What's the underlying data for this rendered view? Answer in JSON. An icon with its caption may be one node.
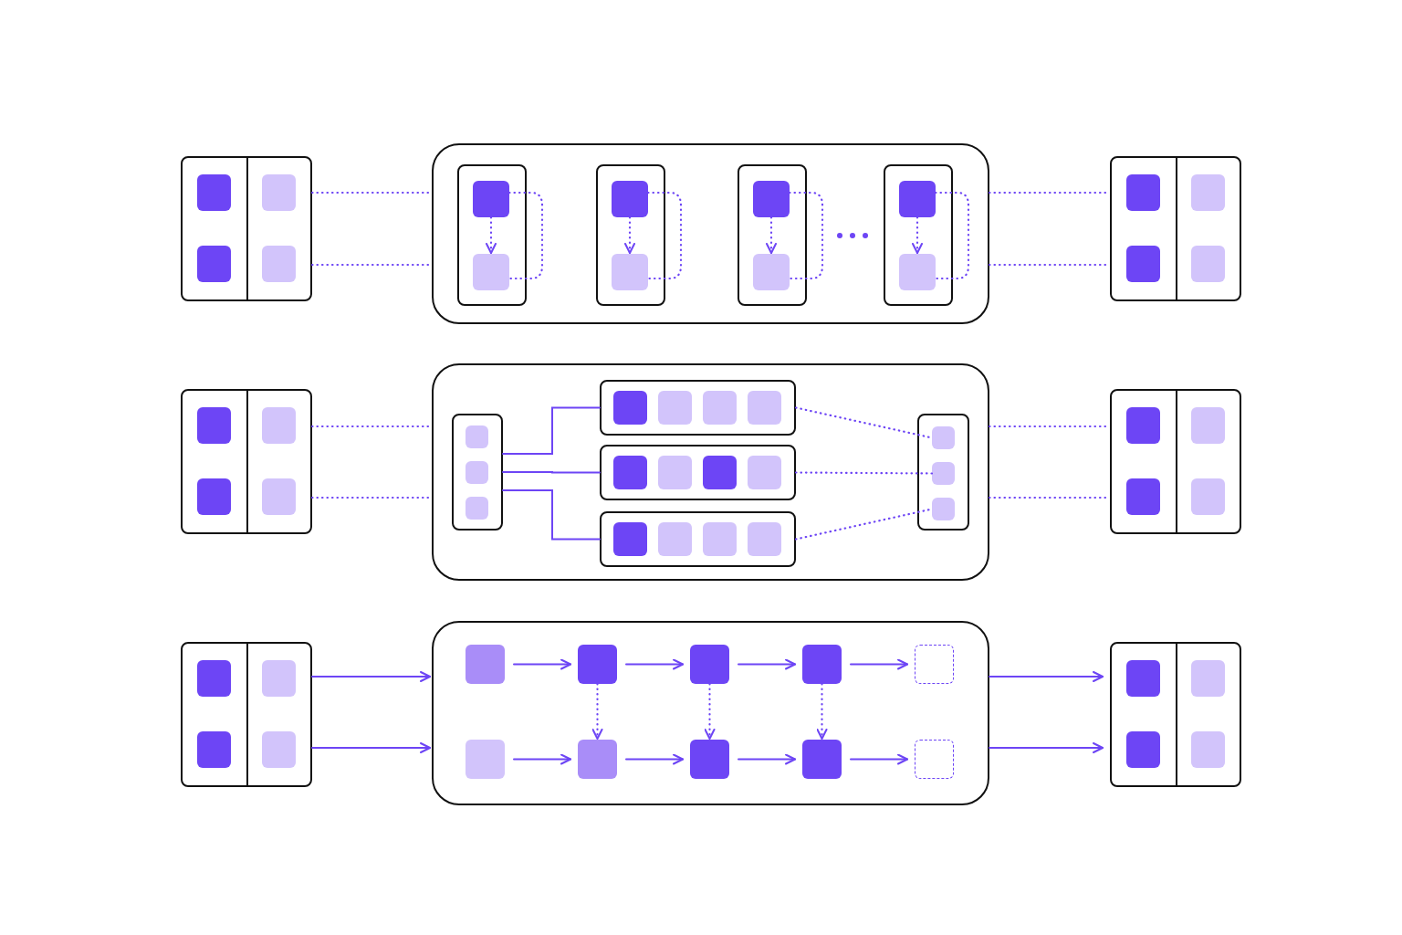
{
  "diagram": {
    "nodes": [
      {
        "text": [],
        "shape": "box"
      },
      {
        "text": [],
        "shape": "box",
        "in": 0
      },
      {
        "text": [],
        "shape": "box",
        "in": 0
      },
      {
        "text": [],
        "shape": "box",
        "in": 0
      },
      {
        "text": [],
        "shape": "box",
        "in": 0
      },
      {
        "text": [],
        "shape": "box"
      },
      {
        "text": [],
        "shape": "box",
        "in": 5
      },
      {
        "text": [],
        "shape": "box",
        "in": 6
      },
      {
        "text": [],
        "shape": "box",
        "in": 6
      },
      {
        "text": [],
        "shape": "box",
        "in": 5
      },
      {
        "text": [],
        "shape": "box",
        "in": 9
      },
      {
        "text": [],
        "shape": "box",
        "in": 9
      },
      {
        "text": [],
        "shape": "box",
        "in": 5
      },
      {
        "text": [],
        "shape": "box",
        "in": 12
      },
      {
        "text": [],
        "shape": "box",
        "in": 12
      },
      {
        "text": [],
        "shape": "box",
        "in": 5
      },
      {
        "text": [],
        "shape": "box",
        "in": 15
      },
      {
        "text": [],
        "shape": "box",
        "in": 15
      },
      {
        "text": [],
        "shape": "box"
      },
      {
        "text": [],
        "shape": "box",
        "in": 18
      },
      {
        "text": [],
        "shape": "box",
        "in": 18
      },
      {
        "text": [],
        "shape": "box",
        "in": 18
      },
      {
        "text": [],
        "shape": "box",
        "in": 18
      },
      {
        "text": [],
        "shape": "box"
      },
      {
        "text": [],
        "shape": "box",
        "in": 23
      },
      {
        "text": [],
        "shape": "box",
        "in": 23
      },
      {
        "text": [],
        "shape": "box",
        "in": 23
      },
      {
        "text": [],
        "shape": "box",
        "in": 23
      },
      {
        "text": [],
        "shape": "box"
      },
      {
        "text": [],
        "shape": "box",
        "in": 28
      },
      {
        "text": [],
        "shape": "box",
        "in": 29
      },
      {
        "text": [],
        "shape": "box",
        "in": 29
      },
      {
        "text": [],
        "shape": "box",
        "in": 29
      },
      {
        "text": [],
        "shape": "box",
        "in": 28
      },
      {
        "text": [],
        "shape": "box",
        "in": 33
      },
      {
        "text": [],
        "shape": "box",
        "in": 33
      },
      {
        "text": [],
        "shape": "box",
        "in": 33
      },
      {
        "text": [],
        "shape": "box",
        "in": 33
      },
      {
        "text": [],
        "shape": "box",
        "in": 28
      },
      {
        "text": [],
        "shape": "box",
        "in": 38
      },
      {
        "text": [],
        "shape": "box",
        "in": 38
      },
      {
        "text": [],
        "shape": "box",
        "in": 38
      },
      {
        "text": [],
        "shape": "box",
        "in": 38
      },
      {
        "text": [],
        "shape": "box",
        "in": 28
      },
      {
        "text": [],
        "shape": "box",
        "in": 43
      },
      {
        "text": [],
        "shape": "box",
        "in": 43
      },
      {
        "text": [],
        "shape": "box",
        "in": 43
      },
      {
        "text": [],
        "shape": "box",
        "in": 43
      },
      {
        "text": [],
        "shape": "box",
        "in": 28
      },
      {
        "text": [],
        "shape": "box",
        "in": 48
      },
      {
        "text": [],
        "shape": "box",
        "in": 48
      },
      {
        "text": [],
        "shape": "box",
        "in": 48
      },
      {
        "text": [],
        "shape": "box"
      },
      {
        "text": [],
        "shape": "box",
        "in": 52
      },
      {
        "text": [],
        "shape": "box",
        "in": 52
      },
      {
        "text": [],
        "shape": "box",
        "in": 52
      },
      {
        "text": [],
        "shape": "box",
        "in": 52
      },
      {
        "text": [],
        "shape": "box"
      },
      {
        "text": [],
        "shape": "box",
        "in": 57
      },
      {
        "text": [],
        "shape": "box",
        "in": 57
      },
      {
        "text": [],
        "shape": "box",
        "in": 57
      },
      {
        "text": [],
        "shape": "box",
        "in": 57
      },
      {
        "text": [],
        "shape": "box"
      },
      {
        "text": [],
        "shape": "box",
        "in": 62
      },
      {
        "text": [],
        "shape": "box",
        "in": 62
      },
      {
        "text": [],
        "shape": "box",
        "in": 62
      },
      {
        "text": [],
        "shape": "box",
        "in": 62
      },
      {
        "text": [],
        "shape": "box",
        "in": 62
      },
      {
        "text": [],
        "shape": "box",
        "in": 62
      },
      {
        "text": [],
        "shape": "box",
        "in": 62
      },
      {
        "text": [],
        "shape": "box",
        "in": 62
      },
      {
        "text": [],
        "shape": "box",
        "in": 62
      },
      {
        "text": [],
        "shape": "box",
        "in": 62
      },
      {
        "text": [],
        "shape": "box"
      },
      {
        "text": [],
        "shape": "box",
        "in": 73
      },
      {
        "text": [],
        "shape": "box",
        "in": 73
      },
      {
        "text": [],
        "shape": "box",
        "in": 73
      },
      {
        "text": [],
        "shape": "box",
        "in": 73
      }
    ],
    "edges": [
      {
        "from": 0,
        "to": 5,
        "arrow": "none",
        "style": "dashed"
      },
      {
        "from": 0,
        "to": 5,
        "arrow": "none",
        "style": "dashed"
      },
      {
        "from": 5,
        "to": 18,
        "arrow": "none",
        "style": "dashed"
      },
      {
        "from": 5,
        "to": 18,
        "arrow": "none",
        "style": "dashed"
      },
      {
        "from": 7,
        "to": 8,
        "arrow": "to",
        "style": "dashed"
      },
      {
        "from": 7,
        "to": 8,
        "arrow": "none",
        "style": "dashed"
      },
      {
        "from": 10,
        "to": 11,
        "arrow": "to",
        "style": "dashed"
      },
      {
        "from": 10,
        "to": 11,
        "arrow": "none",
        "style": "dashed"
      },
      {
        "from": 13,
        "to": 14,
        "arrow": "to",
        "style": "dashed"
      },
      {
        "from": 13,
        "to": 14,
        "arrow": "none",
        "style": "dashed"
      },
      {
        "from": 16,
        "to": 17,
        "arrow": "to",
        "style": "dashed"
      },
      {
        "from": 16,
        "to": 17,
        "arrow": "none",
        "style": "dashed"
      },
      {
        "from": 23,
        "to": 28,
        "arrow": "none",
        "style": "dashed"
      },
      {
        "from": 23,
        "to": 28,
        "arrow": "none",
        "style": "dashed"
      },
      {
        "from": 28,
        "to": 52,
        "arrow": "none",
        "style": "dashed"
      },
      {
        "from": 28,
        "to": 52,
        "arrow": "none",
        "style": "dashed"
      },
      {
        "from": 29,
        "to": 33,
        "arrow": "none"
      },
      {
        "from": 29,
        "to": 38,
        "arrow": "none"
      },
      {
        "from": 29,
        "to": 43,
        "arrow": "none"
      },
      {
        "from": 33,
        "to": 49,
        "arrow": "none",
        "style": "dashed"
      },
      {
        "from": 38,
        "to": 50,
        "arrow": "none",
        "style": "dashed"
      },
      {
        "from": 43,
        "to": 51,
        "arrow": "none",
        "style": "dashed"
      },
      {
        "from": 57,
        "to": 62,
        "arrow": "to"
      },
      {
        "from": 57,
        "to": 62,
        "arrow": "to"
      },
      {
        "from": 62,
        "to": 73,
        "arrow": "to"
      },
      {
        "from": 62,
        "to": 73,
        "arrow": "to"
      },
      {
        "from": 63,
        "to": 64,
        "arrow": "to"
      },
      {
        "from": 64,
        "to": 65,
        "arrow": "to"
      },
      {
        "from": 65,
        "to": 66,
        "arrow": "to"
      },
      {
        "from": 66,
        "to": 67,
        "arrow": "to"
      },
      {
        "from": 68,
        "to": 69,
        "arrow": "to"
      },
      {
        "from": 69,
        "to": 70,
        "arrow": "to"
      },
      {
        "from": 70,
        "to": 71,
        "arrow": "to"
      },
      {
        "from": 71,
        "to": 72,
        "arrow": "to"
      },
      {
        "from": 64,
        "to": 69,
        "arrow": "to",
        "style": "dashed"
      },
      {
        "from": 65,
        "to": 70,
        "arrow": "to",
        "style": "dashed"
      },
      {
        "from": 66,
        "to": 71,
        "arrow": "to",
        "style": "dashed"
      }
    ]
  }
}
